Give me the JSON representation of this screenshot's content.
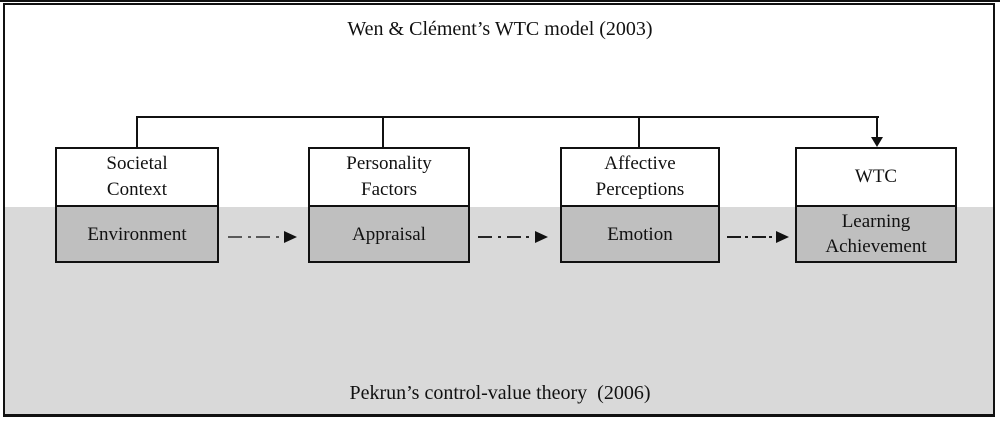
{
  "diagram": {
    "title": "Wen & Clément’s WTC model (2003)",
    "footer": "Pekrun’s control-value theory  (2006)",
    "boxes": [
      {
        "id": "societal-context",
        "top": "Societal\nContext",
        "bottom": "Environment"
      },
      {
        "id": "personality-factors",
        "top": "Personality\nFactors",
        "bottom": "Appraisal"
      },
      {
        "id": "affective-perceptions",
        "top": "Affective\nPerceptions",
        "bottom": "Emotion"
      },
      {
        "id": "wtc",
        "top": "WTC",
        "bottom": "Learning\nAchievement"
      }
    ],
    "flow_arrows": [
      {
        "from": "Environment",
        "to": "Appraisal",
        "style": "dash-dot",
        "color": "#595959"
      },
      {
        "from": "Appraisal",
        "to": "Emotion",
        "style": "dash-dot",
        "color": "#262626"
      },
      {
        "from": "Emotion",
        "to": "Learning Achievement",
        "style": "dash-dot",
        "color": "#1a1a1a"
      }
    ],
    "connector": {
      "type": "bracket",
      "drops_to": [
        "Societal Context",
        "Personality Factors",
        "Affective Perceptions"
      ],
      "arrow_to": "WTC"
    },
    "colors": {
      "line": "#111111",
      "box_upper_fill": "#ffffff",
      "box_lower_fill": "#bfbfbf",
      "lower_band_fill": "#d9d9d9",
      "text": "#111111"
    }
  }
}
